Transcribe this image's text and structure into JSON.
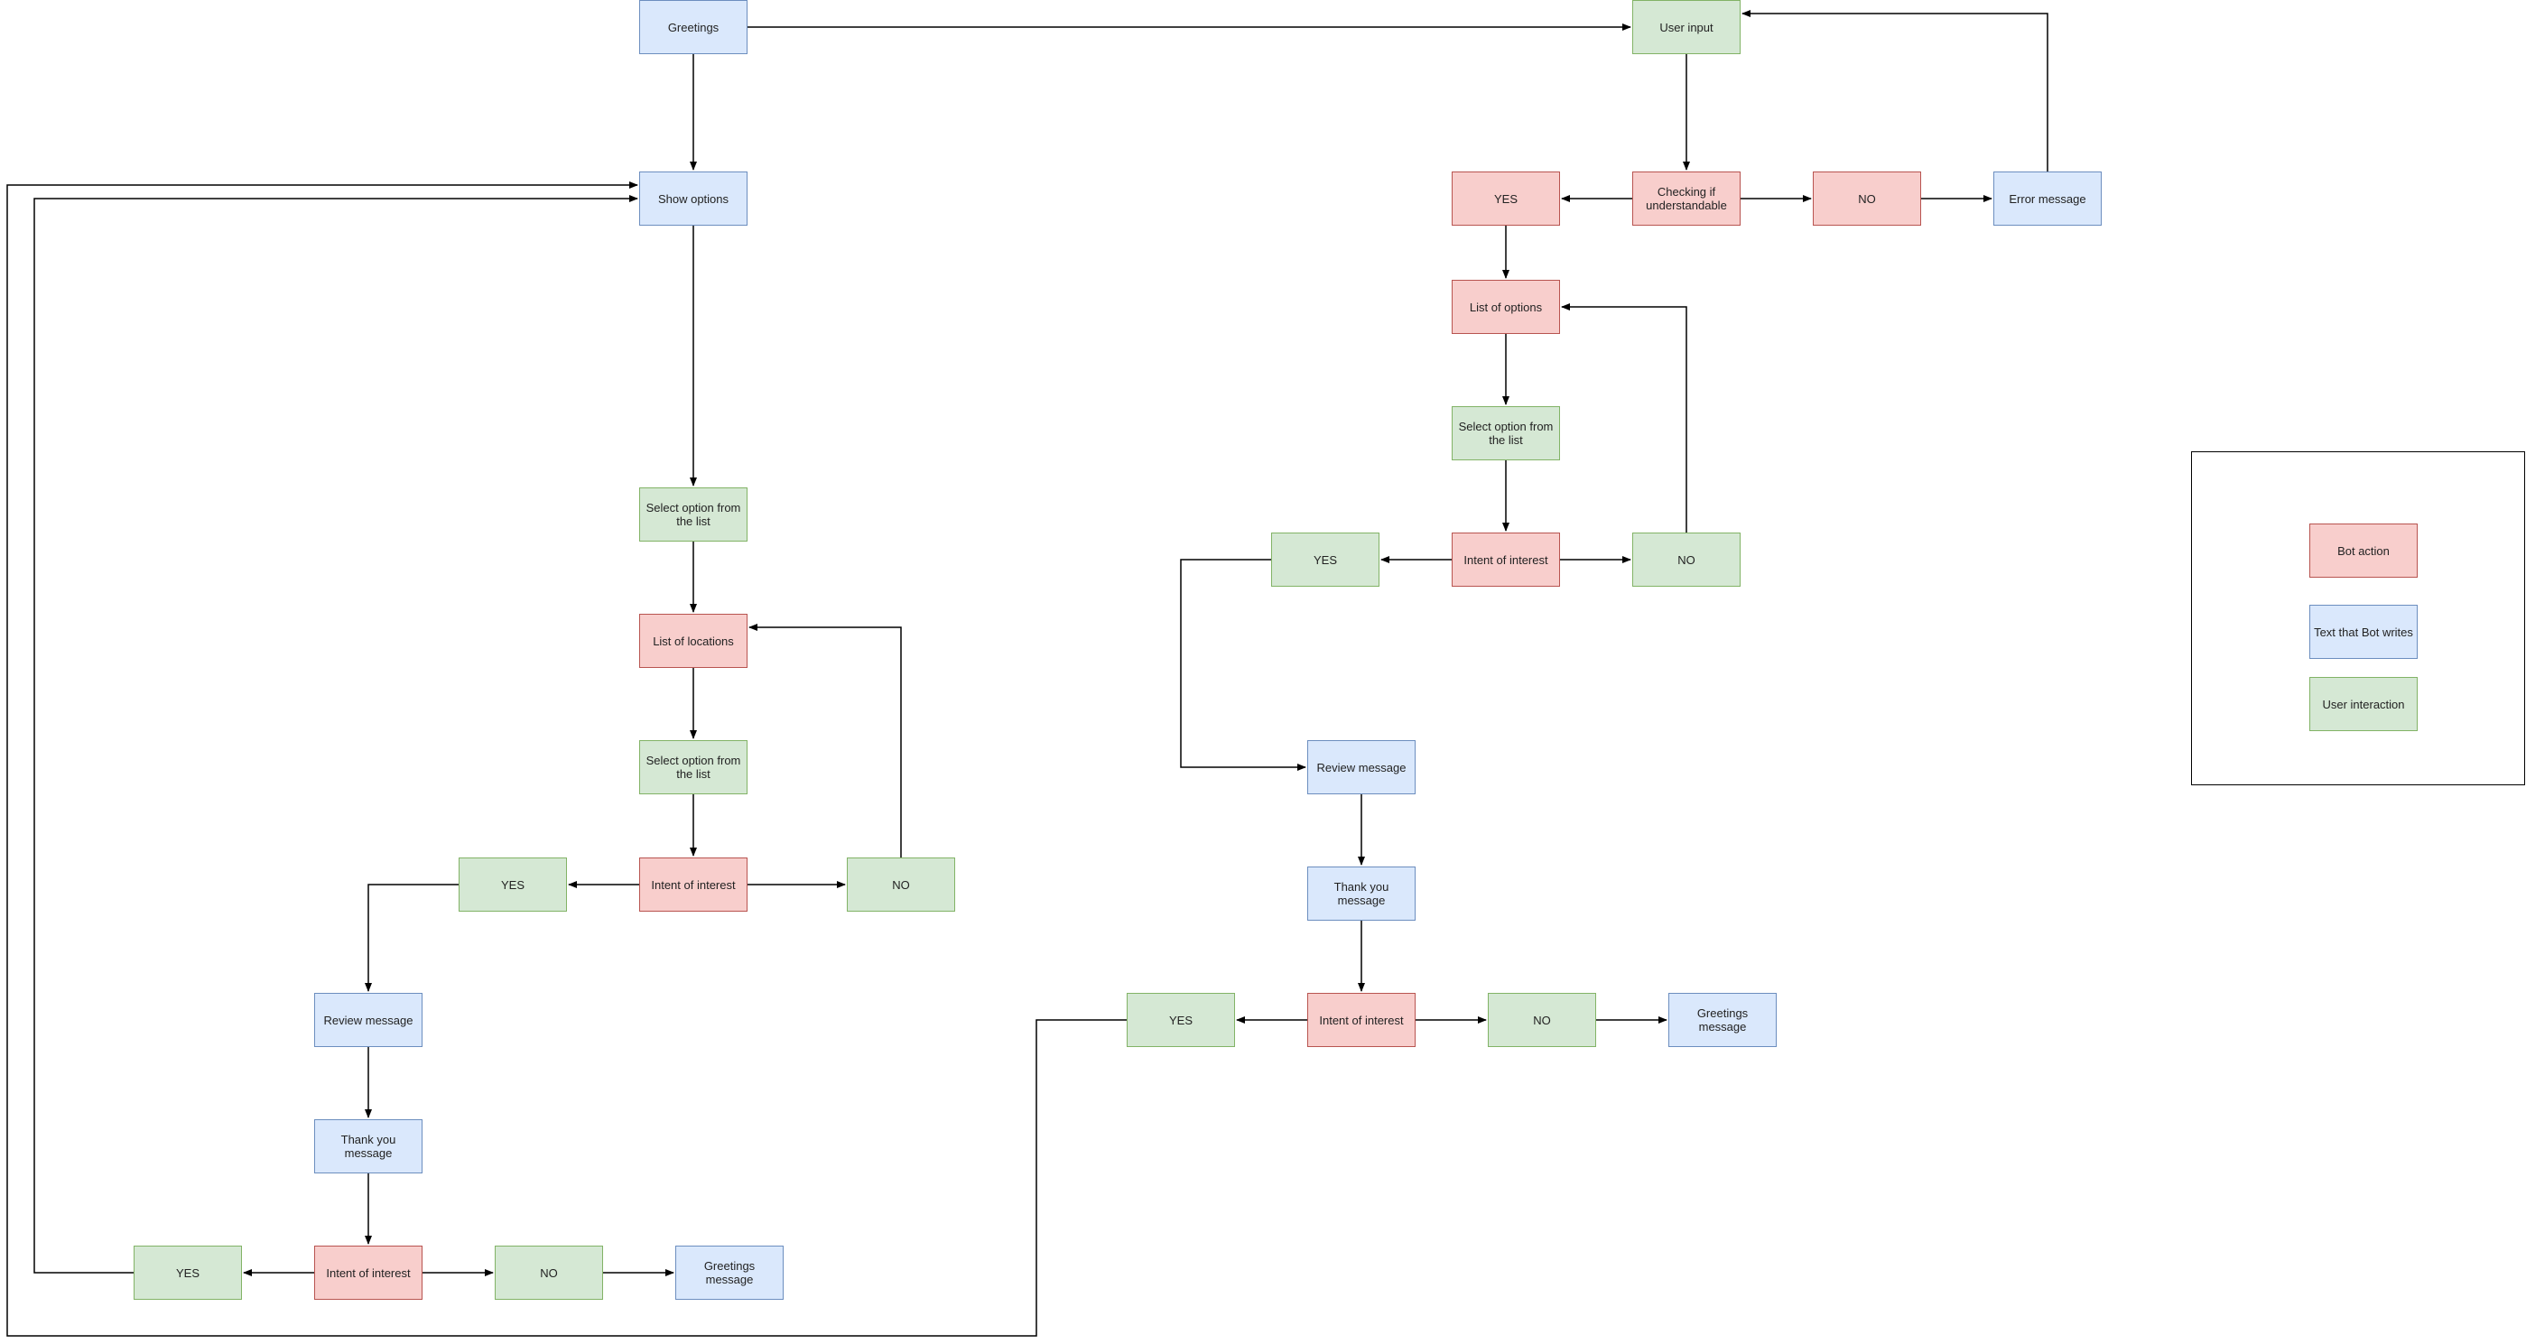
{
  "colors": {
    "blue_fill": "#dae8fc",
    "blue_stroke": "#6c8ebf",
    "red_fill": "#f8cecc",
    "red_stroke": "#b85450",
    "green_fill": "#d5e8d4",
    "green_stroke": "#82b366",
    "edge": "#000000"
  },
  "nodes": {
    "greetings": "Greetings",
    "user_input": "User input",
    "show_options": "Show options",
    "checking": "Checking if understandable",
    "yes_check": "YES",
    "no_check": "NO",
    "error_message": "Error message",
    "list_options": "List of options",
    "select_right_1": "Select option from the list",
    "intent_right_1": "Intent of interest",
    "yes_right_1": "YES",
    "no_right_1": "NO",
    "review_right": "Review message",
    "thanks_right": "Thank you message",
    "intent_right_2": "Intent of interest",
    "yes_right_2": "YES",
    "no_right_2": "NO",
    "greetings_msg_right": "Greetings message",
    "select_left_1": "Select option from the list",
    "list_locations": "List of locations",
    "select_left_2": "Select option from the list",
    "intent_left_1": "Intent of interest",
    "yes_left_1": "YES",
    "no_left_1": "NO",
    "review_left": "Review message",
    "thanks_left": "Thank you message",
    "intent_left_2": "Intent of interest",
    "yes_left_2": "YES",
    "no_left_2": "NO",
    "greetings_msg_left": "Greetings message"
  },
  "legend": {
    "bot_action": "Bot action",
    "bot_text": "Text that Bot writes",
    "user_interaction": "User interaction"
  }
}
